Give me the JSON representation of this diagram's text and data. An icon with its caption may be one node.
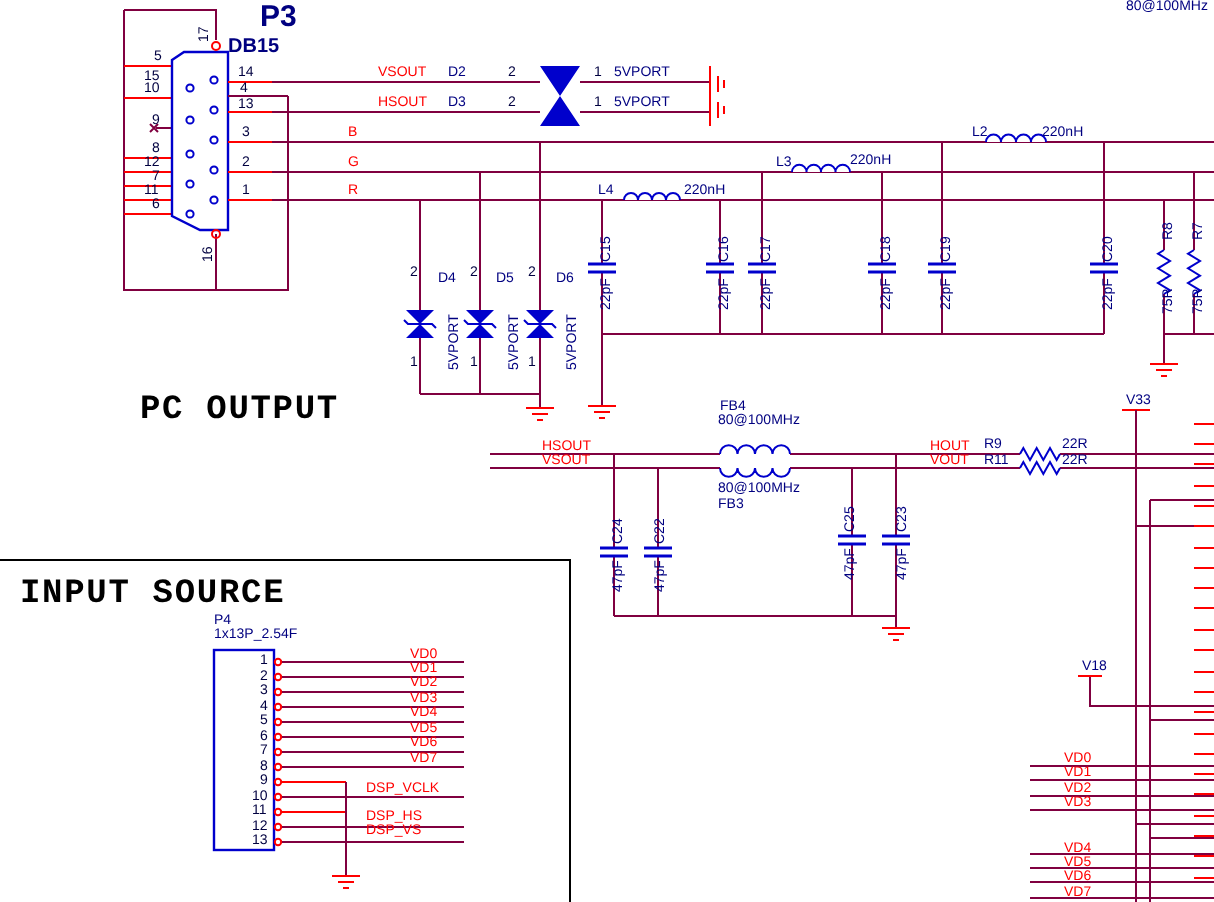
{
  "diagram": {
    "labels": [
      "80@100MHz",
      "P3",
      "17",
      "DB15",
      "5",
      "15",
      "14",
      "VSOUT",
      "D2",
      "2",
      "1",
      "5VPORT",
      "10",
      "4",
      "13",
      "HSOUT",
      "D3",
      "2",
      "1",
      "5VPORT",
      "9",
      "3",
      "B",
      "L2",
      "220nH",
      "8",
      "12",
      "2",
      "G",
      "L3",
      "220nH",
      "7",
      "11",
      "1",
      "R",
      "L4",
      "220nH",
      "6",
      "16",
      "C15",
      "22pF",
      "C16",
      "22pF",
      "C17",
      "22pF",
      "C18",
      "22pF",
      "C19",
      "22pF",
      "C20",
      "22pF",
      "R8",
      "75R",
      "R7",
      "75R",
      "2",
      "D4",
      "2",
      "D5",
      "2",
      "D6",
      "5VPORT",
      "5VPORT",
      "5VPORT",
      "1",
      "1",
      "1",
      "PC OUTPUT",
      "FB4",
      "80@100MHz",
      "V33",
      "HSOUT",
      "HOUT",
      "R9",
      "22R",
      "VSOUT",
      "VOUT",
      "R11",
      "22R",
      "80@100MHz",
      "FB3",
      "C24",
      "47pF",
      "C22",
      "47pF",
      "C25",
      "47pF",
      "C23",
      "47pF",
      "INPUT SOURCE",
      "P4",
      "1x13P_2.54F",
      "V18",
      "1",
      "VD0",
      "2",
      "VD1",
      "3",
      "VD2",
      "4",
      "VD3",
      "5",
      "VD4",
      "6",
      "VD5",
      "7",
      "VD6",
      "8",
      "VD7",
      "9",
      "10",
      "DSP_VCLK",
      "11",
      "12",
      "DSP_HS",
      "13",
      "DSP_VS",
      "VD0",
      "VD1",
      "VD2",
      "VD3",
      "VD4",
      "VD5",
      "VD6",
      "VD7"
    ]
  }
}
